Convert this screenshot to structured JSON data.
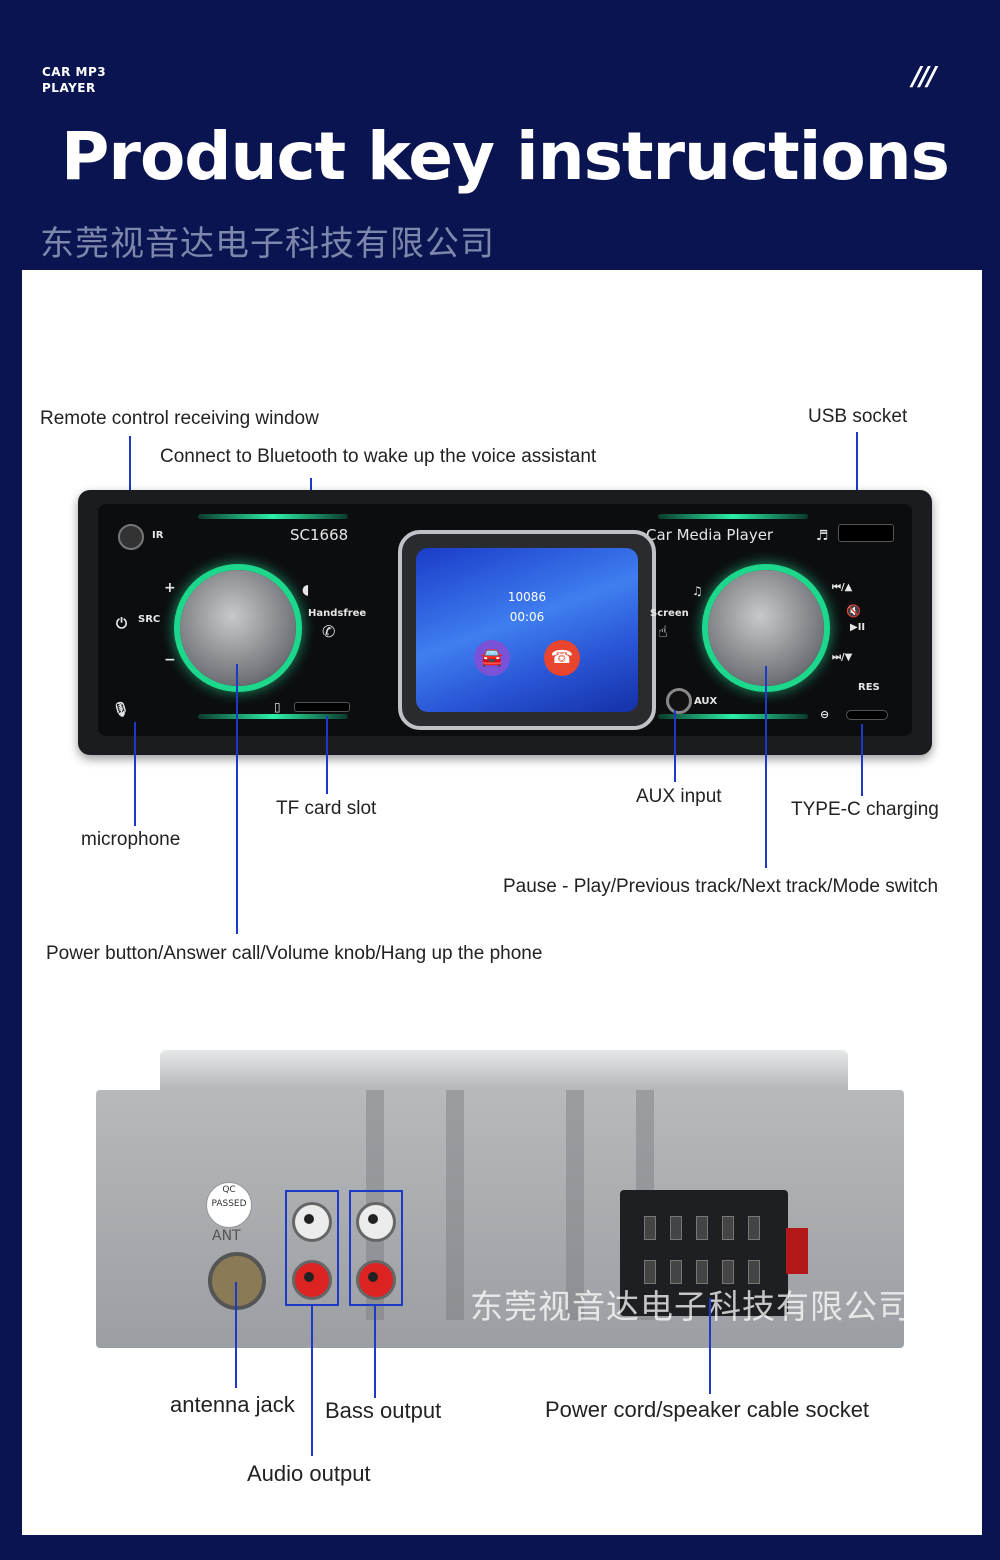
{
  "header": {
    "small_line1": "CAR MP3",
    "small_line2": "PLAYER",
    "slashes": "///",
    "title": "Product key instructions",
    "watermark": "东莞视音达电子科技有限公司"
  },
  "front_unit": {
    "ir": "IR",
    "model": "SC1668",
    "brand_text": "Car Media Player",
    "src": "SRC",
    "plus": "+",
    "minus": "−",
    "handsfree": "Handsfree",
    "screen_label": "Screen",
    "aux": "AUX",
    "res": "RES",
    "phone_number": "10086",
    "call_time": "00:06",
    "prev_next_top": "⏮/▲",
    "play_pause": "▶II",
    "next_bottom": "⏭/▼"
  },
  "labels": {
    "remote": "Remote control receiving window",
    "bluetooth": "Connect to Bluetooth to wake up the voice assistant",
    "usb": "USB socket",
    "tf": "TF card slot",
    "aux_input": "AUX input",
    "typec": "TYPE-C charging",
    "microphone": "microphone",
    "pause_play": "Pause - Play/Previous track/Next track/Mode switch",
    "power": "Power button/Answer call/Volume knob/Hang up the phone",
    "antenna": "antenna jack",
    "bass": "Bass output",
    "power_cord": "Power cord/speaker cable socket",
    "audio": "Audio output"
  },
  "rear_unit": {
    "qc": "QC",
    "qc_passed": "PASSED",
    "ant": "ANT",
    "watermark": "东莞视音达电子科技有限公司"
  },
  "colors": {
    "background": "#0a1450",
    "accent_line": "#1c39c8",
    "led_green": "#1dd78c",
    "call_red": "#e8442e"
  }
}
